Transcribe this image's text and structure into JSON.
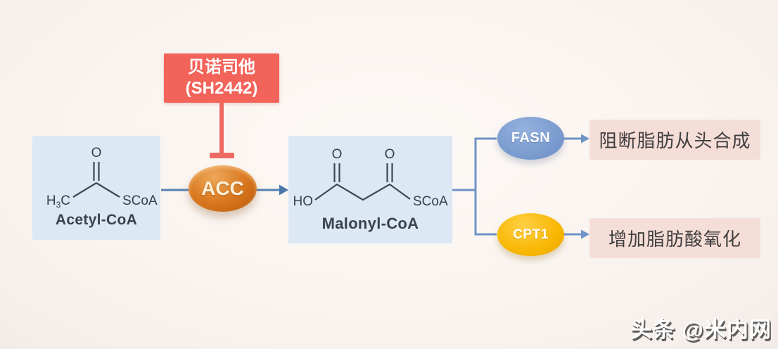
{
  "diagram": {
    "inhibitor": {
      "name": "贝诺司他",
      "code": "(SH2442)"
    },
    "substrate": {
      "label": "Acetyl-CoA",
      "atom_o": "O",
      "atom_h": "H",
      "atom_h_sub": "3",
      "atom_c": "C",
      "atom_scoa": "SCoA"
    },
    "product": {
      "label": "Malonyl-CoA",
      "atom_o1": "O",
      "atom_o2": "O",
      "atom_ho": "HO",
      "atom_scoa": "SCoA"
    },
    "enzymes": {
      "acc": "ACC",
      "fasn": "FASN",
      "cpt1": "CPT1"
    },
    "outcomes": {
      "fasn": "阻断脂肪从头合成",
      "cpt1": "增加脂肪酸氧化"
    }
  },
  "watermark": "头条 @米内网",
  "colors": {
    "inhibitor_box": "#f2635a",
    "inhibitor_line": "#ee6b63",
    "metabolite_box": "#dce8f4",
    "acc_ellipse": "#d9771f",
    "fasn_ellipse": "#7b9ccf",
    "cpt1_ellipse": "#f8b702",
    "outcome_box": "#f6ded8",
    "arrow_blue": "#5581b2",
    "background": "#faf4f0"
  }
}
